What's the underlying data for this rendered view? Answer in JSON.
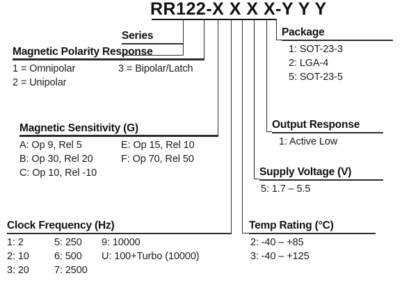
{
  "header": {
    "part_number": "RR122-X X X X-Y Y Y"
  },
  "blocks": {
    "series": {
      "title": "Series",
      "options": []
    },
    "polarity": {
      "title": "Magnetic Polarity Response",
      "rows": [
        [
          "1 = Omnipolar",
          "3 = Bipolar/Latch"
        ],
        [
          "2 = Unipolar",
          ""
        ]
      ]
    },
    "sensitivity": {
      "title": "Magnetic Sensitivity (G)",
      "rows": [
        [
          "A: Op 9, Rel 5",
          "E: Op 15, Rel 10"
        ],
        [
          "B: Op 30, Rel 20",
          "F: Op 70, Rel 50"
        ],
        [
          "C: Op 10, Rel -10",
          ""
        ]
      ]
    },
    "clock": {
      "title": "Clock Frequency (Hz)",
      "rows": [
        [
          "1: 2",
          "5: 250",
          "9: 10000"
        ],
        [
          "2: 10",
          "6: 500",
          "U: 100+Turbo (10000)"
        ],
        [
          "3: 20",
          "7: 2500",
          ""
        ]
      ]
    },
    "package": {
      "title": "Package",
      "rows": [
        [
          "1: SOT-23-3"
        ],
        [
          "2: LGA-4"
        ],
        [
          "5: SOT-23-5"
        ]
      ]
    },
    "output_response": {
      "title": "Output Response",
      "rows": [
        [
          "1: Active Low"
        ]
      ]
    },
    "supply_voltage": {
      "title": "Supply Voltage (V)",
      "rows": [
        [
          "5: 1.7 – 5.5"
        ]
      ]
    },
    "temp_rating": {
      "title": "Temp Rating (°C)",
      "rows": [
        [
          "2: -40 – +85"
        ],
        [
          "3: -40 – +125"
        ]
      ]
    }
  }
}
